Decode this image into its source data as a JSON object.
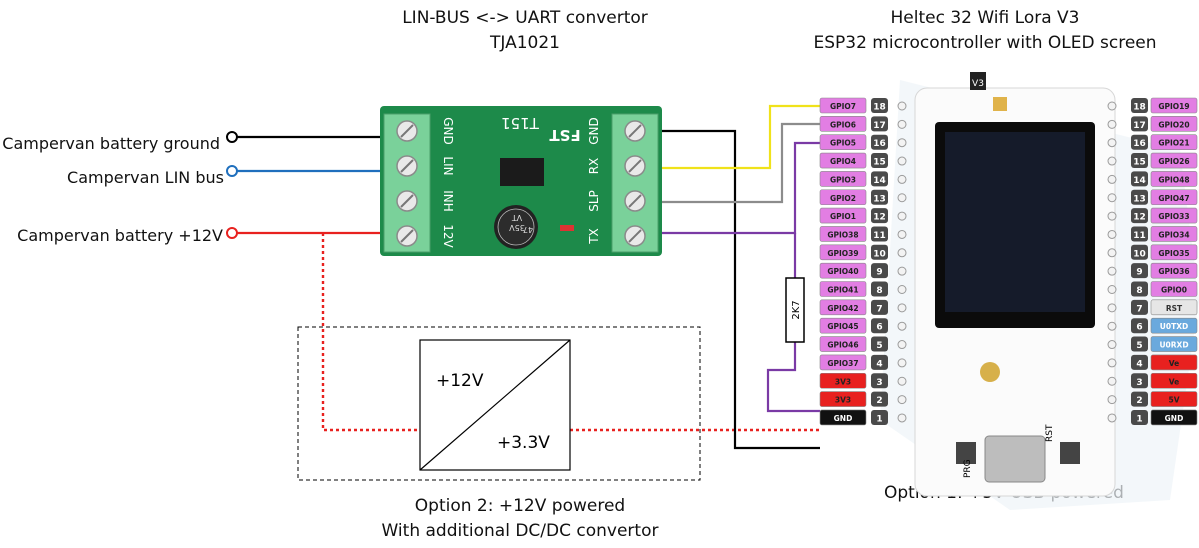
{
  "titles": {
    "lin_title_line1": "LIN-BUS <-> UART convertor",
    "lin_title_line2": "TJA1021",
    "mcu_title_line1": "Heltec 32 Wifi Lora V3",
    "mcu_title_line2": "ESP32 microcontroller with OLED screen"
  },
  "campervan": {
    "ground": "Campervan battery ground",
    "lin": "Campervan LIN bus",
    "plus12": "Campervan battery +12V"
  },
  "lin_module": {
    "model": "T151",
    "brand": "FST",
    "cap_text1": "47",
    "cap_text2": "35V",
    "cap_text3": "VT",
    "left_pins": [
      "GND",
      "LIN",
      "INH",
      "12V"
    ],
    "right_pins": [
      "GND",
      "RX",
      "SLP",
      "TX"
    ]
  },
  "dcdc": {
    "in": "+12V",
    "out": "+3.3V"
  },
  "resistor": "2K7",
  "board": {
    "version": "V3",
    "prg": "PRG",
    "rst": "RST"
  },
  "left_header": {
    "labels": [
      "GPIO7",
      "GPIO6",
      "GPIO5",
      "GPIO4",
      "GPIO3",
      "GPIO2",
      "GPIO1",
      "GPIO38",
      "GPIO39",
      "GPIO40",
      "GPIO41",
      "GPIO42",
      "GPIO45",
      "GPIO46",
      "GPIO37",
      "3V3",
      "3V3",
      "GND"
    ],
    "numbers": [
      "18",
      "17",
      "16",
      "15",
      "14",
      "13",
      "12",
      "11",
      "10",
      "9",
      "8",
      "7",
      "6",
      "5",
      "4",
      "3",
      "2",
      "1"
    ]
  },
  "right_header": {
    "labels": [
      "GPIO19",
      "GPIO20",
      "GPIO21",
      "GPIO26",
      "GPIO48",
      "GPIO47",
      "GPIO33",
      "GPIO34",
      "GPIO35",
      "GPIO36",
      "GPIO0",
      "RST",
      "U0TXD",
      "U0RXD",
      "Ve",
      "Ve",
      "5V",
      "GND"
    ],
    "numbers": [
      "18",
      "17",
      "16",
      "15",
      "14",
      "13",
      "12",
      "11",
      "10",
      "9",
      "8",
      "7",
      "6",
      "5",
      "4",
      "3",
      "2",
      "1"
    ]
  },
  "options": {
    "opt1": "Option 1: +5V USB powered",
    "opt2_line1": "Option 2: +12V powered",
    "opt2_line2": "With additional DC/DC convertor"
  },
  "colors": {
    "gpio": "#e27ee3",
    "power": "#e8211f",
    "ground": "#111111",
    "uart": "#6aa9dd",
    "rst": "#e6e6e6",
    "wire_black": "#000000",
    "wire_blue": "#1f6fbd",
    "wire_red": "#e8211f",
    "wire_yellow": "#f0e21a",
    "wire_gray": "#8c8c8c",
    "wire_purple": "#7a3aa5",
    "module_green": "#1d8a4a",
    "terminal_green": "#7ad19a"
  }
}
